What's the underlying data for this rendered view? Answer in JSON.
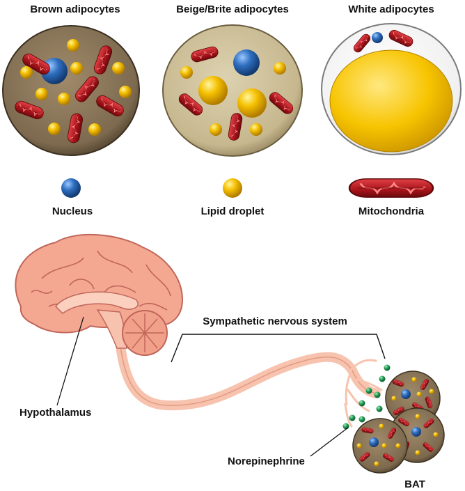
{
  "cells": {
    "brown_title": "Brown adipocytes",
    "beige_title": "Beige/Brite adipocytes",
    "white_title": "White adipocytes"
  },
  "legend": {
    "nucleus": "Nucleus",
    "lipid_droplet": "Lipid droplet",
    "mitochondria": "Mitochondria"
  },
  "pathway": {
    "sympathetic_nervous_system": "Sympathetic nervous system",
    "hypothalamus": "Hypothalamus",
    "norepinephrine": "Norepinephrine",
    "bat": "BAT"
  },
  "colors": {
    "brown_cell": "#8a7558",
    "beige_cell": "#c9bb92",
    "white_cell": "#f2f2f2",
    "nucleus": "#2f6fc0",
    "lipid": "#f5c000",
    "mitochondria": "#b0141a",
    "brain": "#f2a58e",
    "norepinephrine": "#1f9a55"
  }
}
